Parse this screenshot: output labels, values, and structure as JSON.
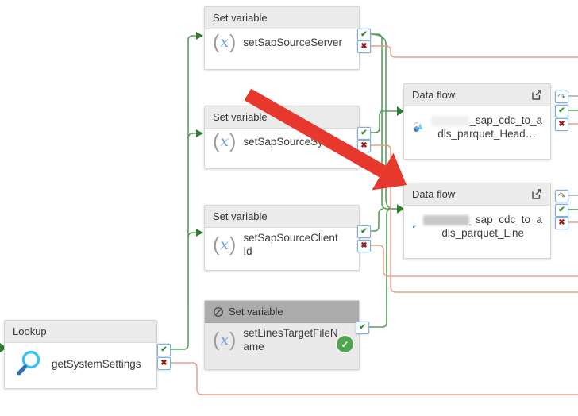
{
  "app": {
    "view": "pipeline-canvas"
  },
  "colors": {
    "success_line": "#4f9b53",
    "failure_line": "#eb9f8a",
    "skip_line": "#a8a8a8",
    "arrowhead": "#2f7d33",
    "annotation_arrow": "#e8372c",
    "header_bg": "#ebebeb",
    "deactivated_header_bg": "#ababab",
    "status_success": "#52a352"
  },
  "glyphs": {
    "check": "✔",
    "cross": "✖",
    "skip": "↷",
    "badge_check": "✓"
  },
  "boxes": {
    "set1": {
      "header": "Set variable",
      "name": "setSapSourceServer"
    },
    "set2": {
      "header": "Set variable",
      "name": "setSapSourceSyst"
    },
    "set3": {
      "header": "Set variable",
      "name1": "setSapSourceClient",
      "name2": "Id"
    },
    "set4": {
      "header": "Set variable",
      "name1": "setLinesTargetFileN",
      "name2": "ame",
      "status": "succeeded"
    },
    "lookup": {
      "header": "Lookup",
      "name": "getSystemSettings"
    },
    "df1": {
      "header": "Data flow",
      "name1": "_sap_cdc_to_a",
      "name2": "dls_parquet_Head…",
      "redacted_prefix": true
    },
    "df2": {
      "header": "Data flow",
      "name1": "_sap_cdc_to_a",
      "name2": "dls_parquet_Line",
      "redacted_prefix": true
    }
  }
}
